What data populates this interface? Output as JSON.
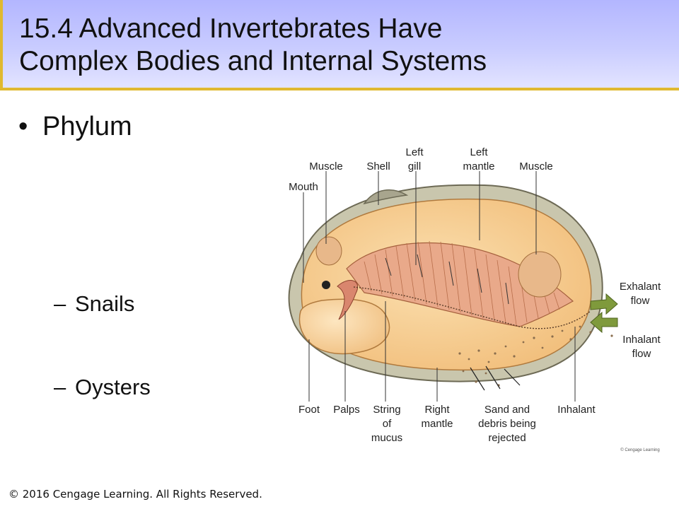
{
  "slide": {
    "title_line1": "15.4 Advanced Invertebrates Have",
    "title_line2": "Complex Bodies and Internal Systems",
    "bullet_symbol": "•",
    "bullet_text": "Phylum",
    "dash_symbol": "–",
    "sub_items": [
      {
        "label": "Snails"
      },
      {
        "label": "Oysters"
      }
    ],
    "footer": "©  2016 Cengage Learning. All Rights Reserved."
  },
  "diagram": {
    "labels": {
      "muscle_left": "Muscle",
      "shell": "Shell",
      "left_gill_1": "Left",
      "left_gill_2": "gill",
      "left_mantle_1": "Left",
      "left_mantle_2": "mantle",
      "muscle_right": "Muscle",
      "mouth": "Mouth",
      "exhalant_1": "Exhalant",
      "exhalant_2": "flow",
      "inhalant_flow_1": "Inhalant",
      "inhalant_flow_2": "flow",
      "foot": "Foot",
      "palps": "Palps",
      "string_1": "String",
      "string_2": "of",
      "string_3": "mucus",
      "right_mantle_1": "Right",
      "right_mantle_2": "mantle",
      "sand_1": "Sand and",
      "sand_2": "debris being",
      "sand_3": "rejected",
      "inhalant": "Inhalant"
    },
    "credit": "© Cengage Learning",
    "colors": {
      "shell": "#b8b8a0",
      "body": "#f6cf94",
      "gill": "#e8a58a",
      "flow_arrow": "#7f9a3c"
    }
  }
}
